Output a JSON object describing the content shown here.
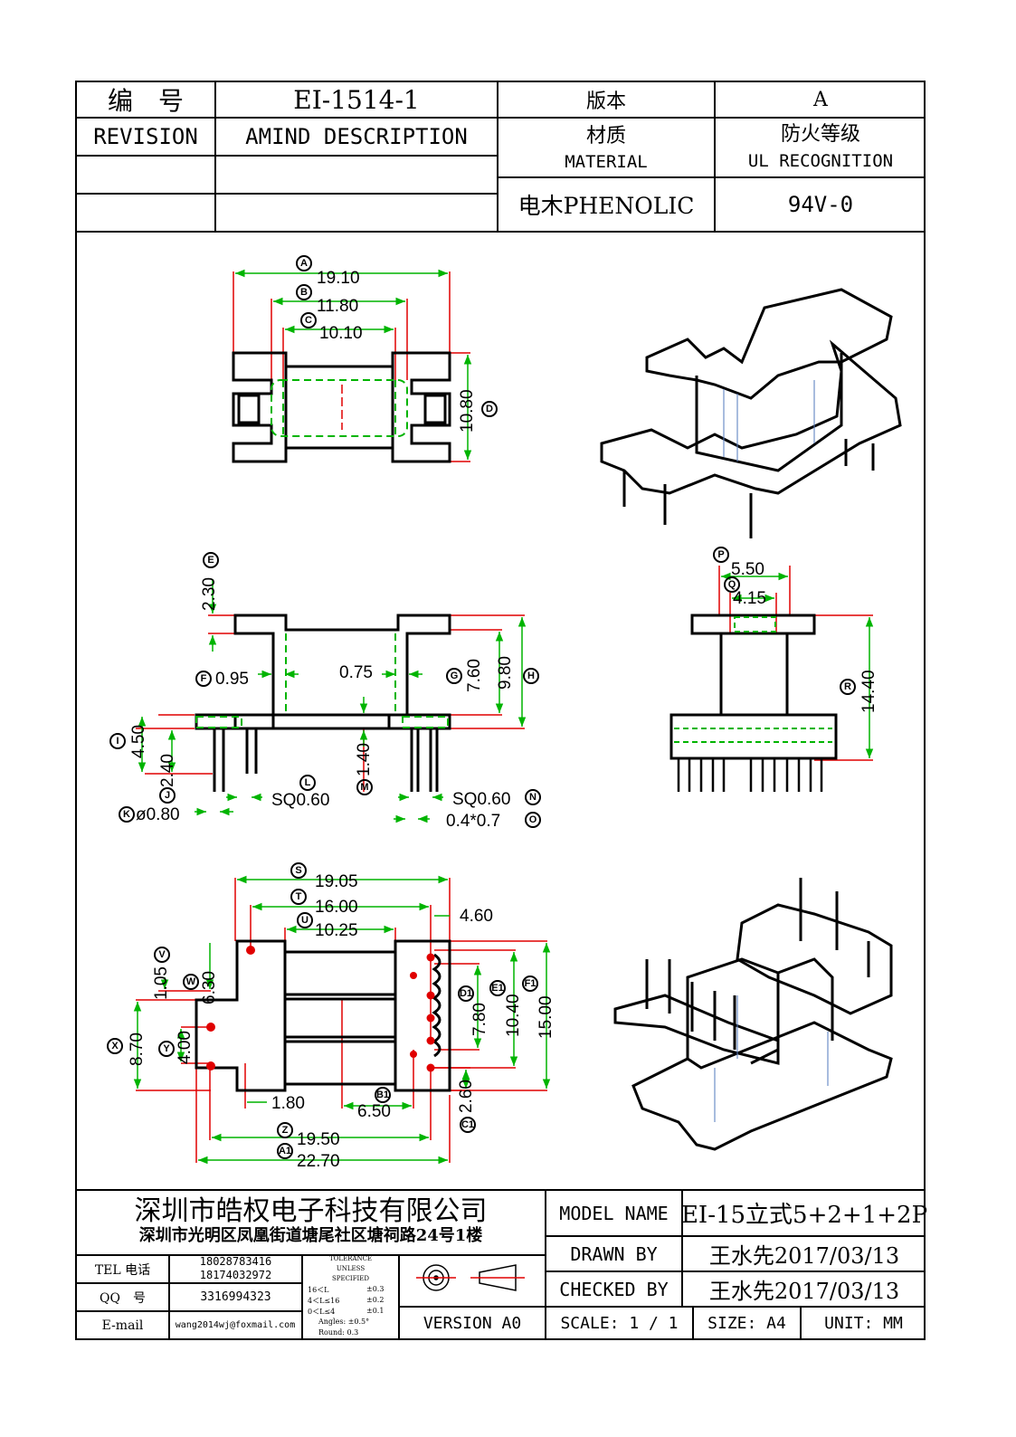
{
  "header": {
    "number_label": "编　号",
    "part_number": "EI-1514-1",
    "version_label": "版本",
    "version_value": "A",
    "revision_label": "REVISION",
    "amend_label": "AMIND DESCRIPTION",
    "material_label_cn": "材质",
    "material_label_en": "MATERIAL",
    "ul_label_cn": "防火等级",
    "ul_label_en": "UL RECOGNITION",
    "material_value": "电木PHENOLIC",
    "ul_value": "94V-0"
  },
  "dimensions": {
    "top_view": {
      "A": {
        "letter": "A",
        "value": "19.10"
      },
      "B": {
        "letter": "B",
        "value": "11.80"
      },
      "C": {
        "letter": "C",
        "value": "10.10"
      },
      "D": {
        "letter": "D",
        "value": "10.80"
      }
    },
    "front_view": {
      "E": {
        "letter": "E",
        "value": "2.30"
      },
      "F": {
        "letter": "F",
        "value": "0.95"
      },
      "center": "0.75",
      "G": {
        "letter": "G",
        "value": "7.60"
      },
      "H": {
        "letter": "H",
        "value": "9.80"
      },
      "I": {
        "letter": "I",
        "value": "4.50"
      },
      "J": {
        "letter": "J",
        "value": "2.40"
      },
      "K": {
        "letter": "K",
        "value": "ø0.80"
      },
      "L": {
        "letter": "L",
        "value": "SQ0.60"
      },
      "M": {
        "letter": "M",
        "value": "1.40"
      },
      "N": {
        "letter": "N",
        "value": "SQ0.60"
      },
      "O": {
        "letter": "O",
        "value": "0.4*0.7"
      }
    },
    "side_view": {
      "P": {
        "letter": "P",
        "value": "5.50"
      },
      "Q": {
        "letter": "Q",
        "value": "4.15"
      },
      "R": {
        "letter": "R",
        "value": "14.40"
      }
    },
    "bottom_view": {
      "S": {
        "letter": "S",
        "value": "19.05"
      },
      "T": {
        "letter": "T",
        "value": "16.00"
      },
      "U": {
        "letter": "U",
        "value": "10.25"
      },
      "pitch": "4.60",
      "V": {
        "letter": "V",
        "value": "1.05"
      },
      "W": {
        "letter": "W",
        "value": "6.30"
      },
      "X": {
        "letter": "X",
        "value": "8.70"
      },
      "Y": {
        "letter": "Y",
        "value": "4.00"
      },
      "D1": {
        "letter": "D1",
        "value": "7.80"
      },
      "E1": {
        "letter": "E1",
        "value": "10.40"
      },
      "F1": {
        "letter": "F1",
        "value": "15.00"
      },
      "B1": {
        "letter": "B1",
        "value": "6.50"
      },
      "C1": {
        "letter": "C1",
        "value": "2.60"
      },
      "small": "1.80",
      "Z": {
        "letter": "Z",
        "value": "19.50"
      },
      "A1": {
        "letter": "A1",
        "value": "22.70"
      }
    }
  },
  "title_block": {
    "company_name": "深圳市皓权电子科技有限公司",
    "company_address": "深圳市光明区凤凰街道塘尾社区塘祠路24号1楼",
    "tel_label": "TEL 电话",
    "tel_1": "18028783416",
    "tel_2": "18174032972",
    "qq_label": "QQ　号",
    "qq_value": "3316994323",
    "email_label": "E-mail",
    "email_value": "wang2014wj@foxmail.com",
    "tolerance_title_1": "TOLERANCE",
    "tolerance_title_2": "UNLESS",
    "tolerance_title_3": "SPECIFIED",
    "tolerance_rows": [
      {
        "range": "16＜L",
        "tol": "±0.3"
      },
      {
        "range": "4＜L≤16",
        "tol": "±0.2"
      },
      {
        "range": "0＜L≤4",
        "tol": "±0.1"
      }
    ],
    "angles": "Angles: ±0.5°",
    "round": "Round: 0.3",
    "version": "VERSION A0",
    "model_name_label": "MODEL NAME",
    "model_name_value": "EI-15立式5+2+1+2P",
    "drawn_by_label": "DRAWN BY",
    "drawn_by_value": "王水先2017/03/13",
    "checked_by_label": "CHECKED BY",
    "checked_by_value": "王水先2017/03/13",
    "scale": "SCALE:  1 / 1",
    "size": "SIZE:  A4",
    "unit": "UNIT:  MM"
  },
  "colors": {
    "dimension_line": "#00b400",
    "reference_line": "#e00000",
    "outline": "#000000"
  }
}
